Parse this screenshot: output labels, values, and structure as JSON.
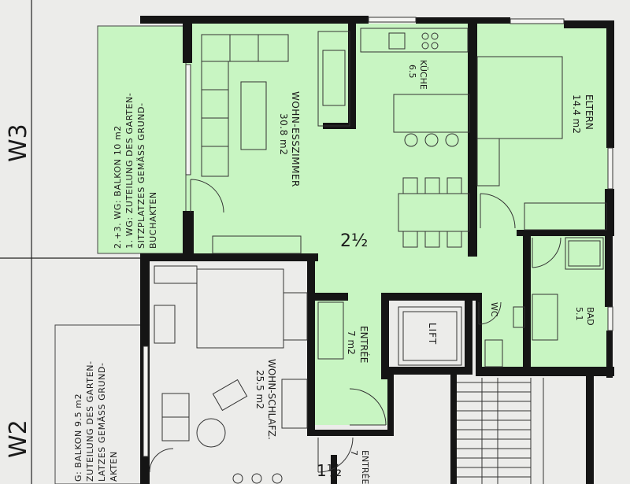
{
  "axes": {
    "upper": "W3",
    "lower": "W2"
  },
  "apartment_main": {
    "size_label": "2½",
    "notes": [
      "2.+3. WG: BALKON  10 m2",
      "1. WG: ZUTEILUNG DES GARTEN-",
      "SITZPLATZES GEMÄSS GRUND-",
      "BUCHAKTEN"
    ],
    "rooms": {
      "living": {
        "name": "WOHN-ESSZIMMER",
        "area": "30.8 m2"
      },
      "kitchen": {
        "name": "KÜCHE",
        "area": "6.5"
      },
      "parents": {
        "name": "ELTERN",
        "area": "14.4 m2"
      },
      "entrance": {
        "name": "ENTRÉE",
        "area": "7 m2"
      },
      "bath": {
        "name": "BAD",
        "area": "5.1"
      },
      "wc": {
        "name": "WC"
      },
      "lift": {
        "name": "LIFT"
      }
    }
  },
  "apartment_lower": {
    "size_label": "1½",
    "notes": [
      "G: BALKON  9.5 m2",
      "ZUTEILUNG DES GARTEN-",
      "LATZES GEMÄSS GRUND-",
      "AKTEN"
    ],
    "rooms": {
      "living": {
        "name": "WOHN-SCHLAFZ.",
        "area": "25.5 m2"
      },
      "entrance": {
        "name": "ENTRÉE",
        "area": "7"
      }
    }
  },
  "colors": {
    "room_fill": "#c8f5c2",
    "wall": "#151515",
    "paper": "#ececea"
  }
}
